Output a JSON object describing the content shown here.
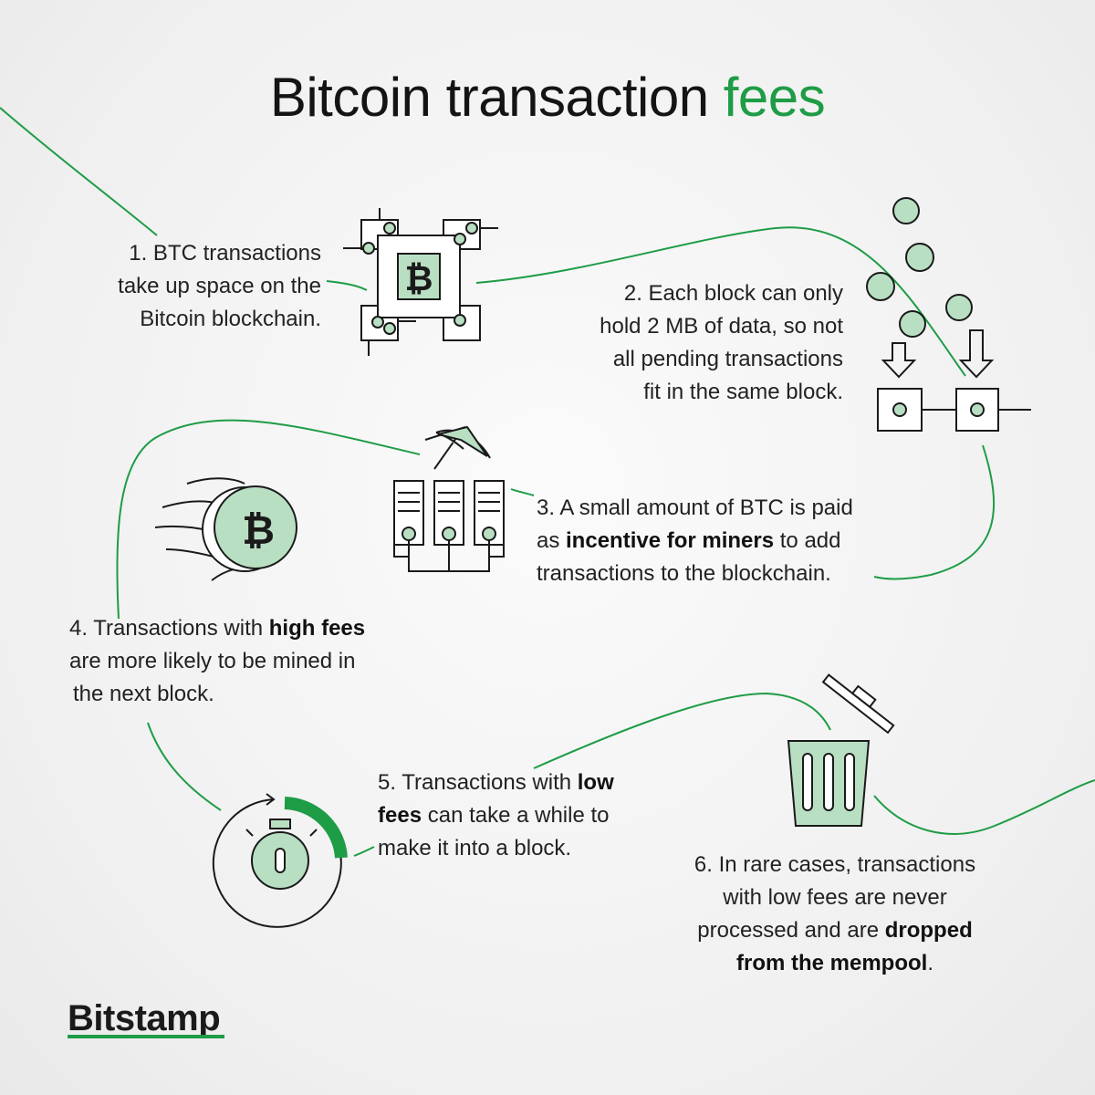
{
  "title": {
    "main": "Bitcoin transaction",
    "accent": "fees"
  },
  "steps": [
    {
      "lines": [
        "1. BTC transactions",
        "take up space on the",
        "Bitcoin blockchain."
      ]
    },
    {
      "lines": [
        "2. Each block can only",
        "hold 2 MB of data, so not",
        "all pending transactions",
        "fit in the same block."
      ]
    },
    {
      "pre": "3. A small amount of BTC is paid",
      "pre2": "as ",
      "bold": "incentive for miners",
      "post": " to add",
      "line3": "transactions to the blockchain."
    },
    {
      "pre": "4. Transactions with ",
      "bold": "high fees",
      "line2": "are more likely to be mined in",
      "line3": "the next block."
    },
    {
      "pre": "5. Transactions with ",
      "bold1": "low",
      "bold2": "fees",
      "post": " can take a while to",
      "line3": "make it into a block."
    },
    {
      "line1": "6. In rare cases, transactions",
      "line2": "with low fees are never",
      "pre": "processed and are ",
      "bold1": "dropped",
      "bold2": "from the mempool",
      "post": "."
    }
  ],
  "logo": {
    "text": "Bitstamp"
  },
  "colors": {
    "accent": "#1e9c46",
    "light_green": "#b9dfc3",
    "stroke": "#1a1a1a"
  },
  "icons": [
    "blockchain-icon",
    "falling-coins-icon",
    "mining-servers-icon",
    "flaming-coin-icon",
    "stopwatch-icon",
    "trash-can-icon"
  ]
}
